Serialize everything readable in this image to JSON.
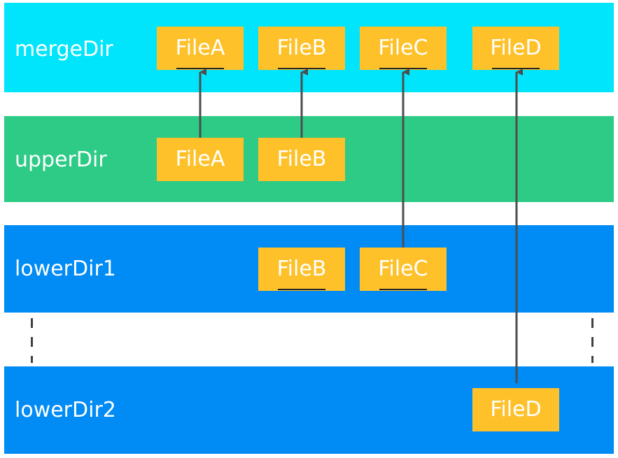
{
  "colors": {
    "merge_layer": "#00e5fb",
    "upper_layer": "#2dcb86",
    "lower_layer": "#008bf5",
    "file_box": "#fec12a",
    "arrow": "#4d4d4d",
    "text": "#ffffff"
  },
  "layers": {
    "merge": {
      "label": "mergeDir",
      "files": [
        "FileA",
        "FileB",
        "FileC",
        "FileD"
      ]
    },
    "upper": {
      "label": "upperDir",
      "files": [
        "FileA",
        "FileB"
      ]
    },
    "lower1": {
      "label": "lowerDir1",
      "files": [
        "FileB",
        "FileC"
      ]
    },
    "lower2": {
      "label": "lowerDir2",
      "files": [
        "FileD"
      ]
    }
  },
  "arrows": [
    {
      "from": "upperDir.FileA",
      "to": "mergeDir.FileA"
    },
    {
      "from": "upperDir.FileB",
      "to": "mergeDir.FileB"
    },
    {
      "from": "lowerDir1.FileC",
      "to": "mergeDir.FileC"
    },
    {
      "from": "lowerDir2.FileD",
      "to": "mergeDir.FileD"
    }
  ]
}
